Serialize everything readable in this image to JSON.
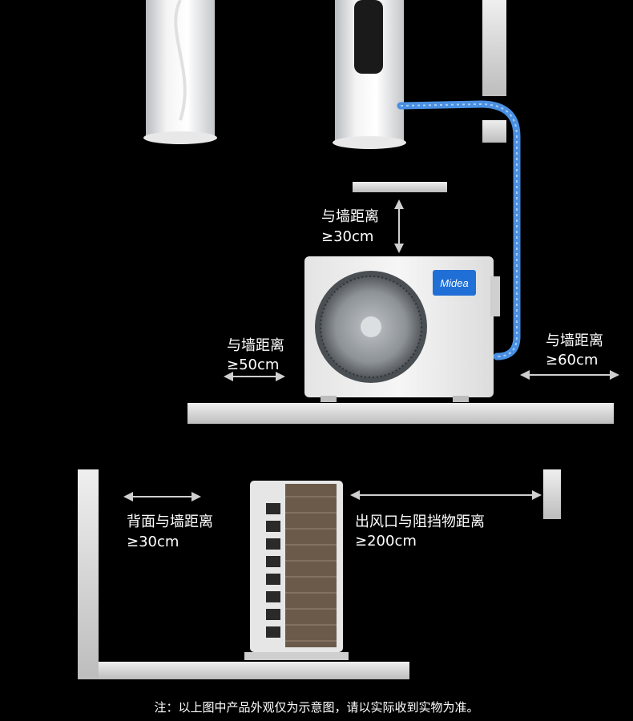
{
  "brand": {
    "logo_text": "Midea",
    "logo_color": "#1f6fd6"
  },
  "colors": {
    "pipe": "#4a90e2",
    "wall": "#d9d9d9",
    "background": "#000000"
  },
  "top_clearance": {
    "line1": "与墙距离",
    "line2": "≥30cm"
  },
  "left_clearance": {
    "line1": "与墙距离",
    "line2": "≥50cm"
  },
  "right_clearance": {
    "line1": "与墙距离",
    "line2": "≥60cm"
  },
  "back_clearance": {
    "line1": "背面与墙距离",
    "line2": "≥30cm"
  },
  "outlet_clearance": {
    "line1": "出风口与阻挡物距离",
    "line2": "≥200cm"
  },
  "note": "注：以上图中产品外观仅为示意图，请以实际收到实物为准。"
}
